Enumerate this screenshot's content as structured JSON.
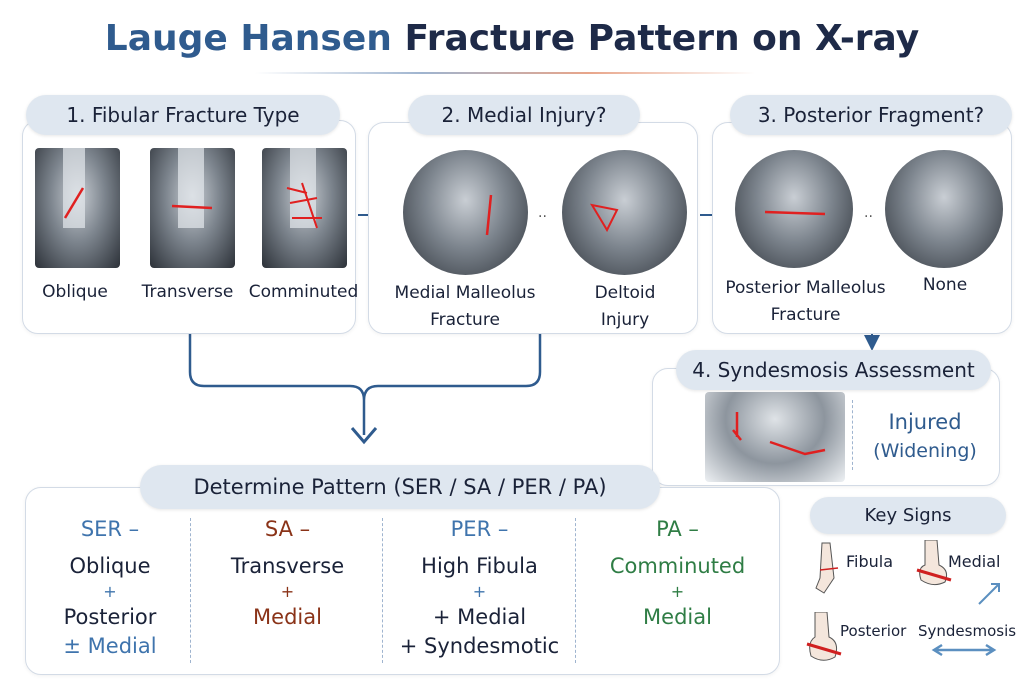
{
  "title": {
    "highlight": "Lauge Hansen",
    "rest": "Fracture Pattern on X-ray"
  },
  "step1": {
    "header": "1. Fibular Fracture Type",
    "items": [
      "Oblique",
      "Transverse",
      "Comminuted"
    ]
  },
  "step2": {
    "header": "2. Medial Injury?",
    "items": [
      "Medial Malleolus\nFracture",
      "Deltoid\nInjury"
    ],
    "separator": ".."
  },
  "step3": {
    "header": "3. Posterior Fragment?",
    "items": [
      "Posterior Malleolus\nFracture",
      "None"
    ],
    "separator": ".."
  },
  "step4": {
    "header": "4. Syndesmosis Assessment",
    "result_line1": "Injured",
    "result_line2": "(Widening)"
  },
  "pattern": {
    "header": "Determine Pattern (SER / SA / PER / PA)",
    "columns": [
      {
        "name": "SER –",
        "color": "#3f74ad",
        "lines": [
          "Oblique",
          "+",
          "Posterior",
          "± Medial"
        ]
      },
      {
        "name": "SA –",
        "color": "#8a3318",
        "lines": [
          "Transverse",
          "+",
          "Medial"
        ]
      },
      {
        "name": "PER –",
        "color": "#3f74ad",
        "lines": [
          "High Fibula",
          "+",
          "+  Medial",
          "+ Syndesmotic"
        ]
      },
      {
        "name": "PA –",
        "color": "#2f7d45",
        "lines": [
          "Comminuted",
          "+",
          "Medial"
        ]
      }
    ]
  },
  "key_signs": {
    "header": "Key Signs",
    "items": [
      "Fibula",
      "Medial",
      "Posterior",
      "Syndesmosis"
    ]
  }
}
